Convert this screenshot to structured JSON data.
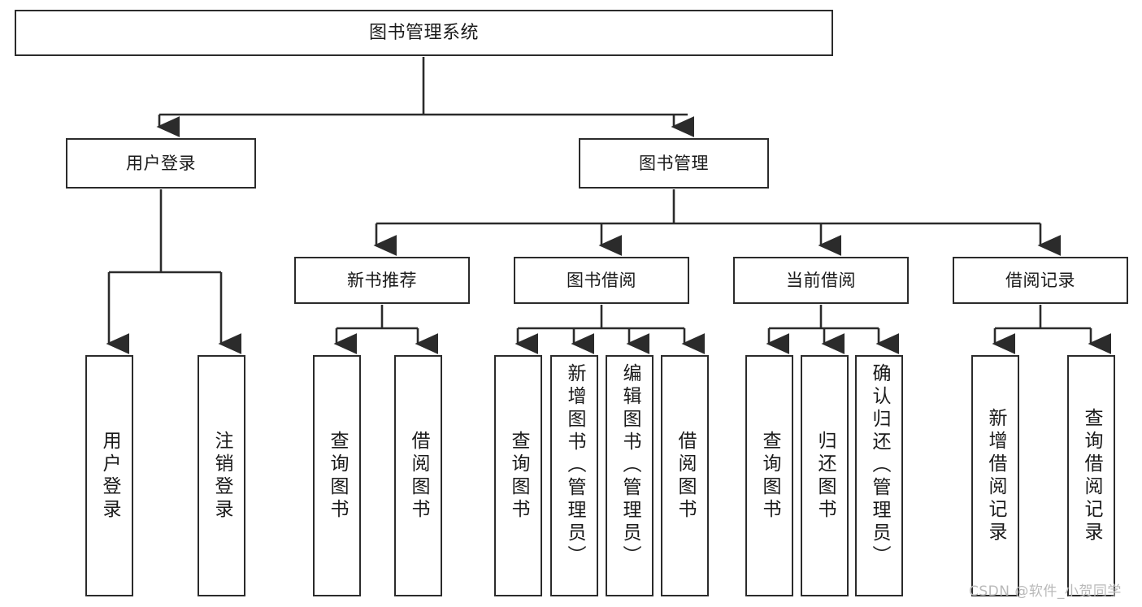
{
  "diagram": {
    "type": "tree-hierarchy",
    "title": "图书管理系统",
    "watermark": "CSDN @软件_小贺同学",
    "theme": {
      "background": "#ffffff",
      "stroke": "#2b2b2b",
      "text": "#1a1a1a",
      "watermark_color": "#b9b9b9"
    },
    "nodes": {
      "root": {
        "label": "图书管理系统"
      },
      "level2": [
        {
          "id": "user-login",
          "label": "用户登录"
        },
        {
          "id": "book-manage",
          "label": "图书管理"
        }
      ],
      "level3": [
        {
          "id": "new-book-recommend",
          "label": "新书推荐"
        },
        {
          "id": "book-borrow",
          "label": "图书借阅"
        },
        {
          "id": "current-borrow",
          "label": "当前借阅"
        },
        {
          "id": "borrow-record",
          "label": "借阅记录"
        }
      ],
      "leaves": [
        {
          "id": "leaf-user-login",
          "label": "用户登录"
        },
        {
          "id": "leaf-logout-login",
          "label": "注销登录"
        },
        {
          "id": "leaf-query-book-1",
          "label": "查询图书"
        },
        {
          "id": "leaf-borrow-book-1",
          "label": "借阅图书"
        },
        {
          "id": "leaf-query-book-2",
          "label": "查询图书"
        },
        {
          "id": "leaf-add-book-admin",
          "label": "新增图书（管理员）"
        },
        {
          "id": "leaf-edit-book-admin",
          "label": "编辑图书（管理员）"
        },
        {
          "id": "leaf-borrow-book-2",
          "label": "借阅图书"
        },
        {
          "id": "leaf-query-book-3",
          "label": "查询图书"
        },
        {
          "id": "leaf-return-book",
          "label": "归还图书"
        },
        {
          "id": "leaf-confirm-return-admin",
          "label": "确认归还（管理员）"
        },
        {
          "id": "leaf-add-borrow-record",
          "label": "新增借阅记录"
        },
        {
          "id": "leaf-query-borrow-record",
          "label": "查询借阅记录"
        }
      ]
    }
  }
}
